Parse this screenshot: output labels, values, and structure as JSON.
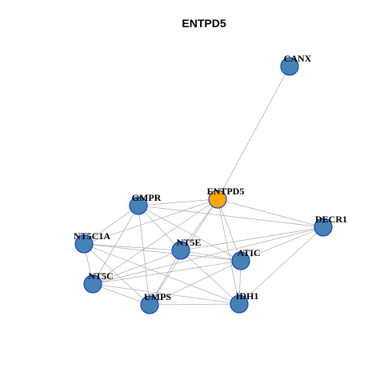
{
  "title": "ENTPD5",
  "colors": {
    "node_fill": "#4682b4",
    "node_stroke": "#1a3fcc",
    "highlight_fill": "#ffa500",
    "edge": "#b3b3b3"
  },
  "nodes": [
    {
      "id": "CANX",
      "label": "CANX",
      "highlight": false
    },
    {
      "id": "ENTPD5",
      "label": "ENTPD5",
      "highlight": true
    },
    {
      "id": "GMPR",
      "label": "GMPR",
      "highlight": false
    },
    {
      "id": "DECR1",
      "label": "DECR1",
      "highlight": false
    },
    {
      "id": "NT5C1A",
      "label": "NT5C1A",
      "highlight": false
    },
    {
      "id": "NT5E",
      "label": "NT5E",
      "highlight": false
    },
    {
      "id": "ATIC",
      "label": "ATIC",
      "highlight": false
    },
    {
      "id": "NT5C",
      "label": "NT5C",
      "highlight": false
    },
    {
      "id": "UMPS",
      "label": "UMPS",
      "highlight": false
    },
    {
      "id": "IDH1",
      "label": "IDH1",
      "highlight": false
    }
  ],
  "edges": [
    [
      "CANX",
      "ENTPD5"
    ],
    [
      "ENTPD5",
      "GMPR"
    ],
    [
      "ENTPD5",
      "DECR1"
    ],
    [
      "ENTPD5",
      "NT5C1A"
    ],
    [
      "ENTPD5",
      "NT5E"
    ],
    [
      "ENTPD5",
      "ATIC"
    ],
    [
      "ENTPD5",
      "NT5C"
    ],
    [
      "ENTPD5",
      "UMPS"
    ],
    [
      "ENTPD5",
      "IDH1"
    ],
    [
      "GMPR",
      "DECR1"
    ],
    [
      "GMPR",
      "NT5C1A"
    ],
    [
      "GMPR",
      "NT5E"
    ],
    [
      "GMPR",
      "NT5C"
    ],
    [
      "GMPR",
      "UMPS"
    ],
    [
      "GMPR",
      "ATIC"
    ],
    [
      "NT5C1A",
      "NT5E"
    ],
    [
      "NT5C1A",
      "ATIC"
    ],
    [
      "NT5C1A",
      "NT5C"
    ],
    [
      "NT5C1A",
      "UMPS"
    ],
    [
      "NT5C1A",
      "IDH1"
    ],
    [
      "NT5E",
      "DECR1"
    ],
    [
      "NT5E",
      "ATIC"
    ],
    [
      "NT5E",
      "NT5C"
    ],
    [
      "NT5E",
      "UMPS"
    ],
    [
      "NT5E",
      "IDH1"
    ],
    [
      "DECR1",
      "ATIC"
    ],
    [
      "DECR1",
      "IDH1"
    ],
    [
      "DECR1",
      "NT5C"
    ],
    [
      "ATIC",
      "UMPS"
    ],
    [
      "ATIC",
      "IDH1"
    ],
    [
      "ATIC",
      "NT5C"
    ],
    [
      "NT5C",
      "UMPS"
    ],
    [
      "NT5C",
      "IDH1"
    ],
    [
      "UMPS",
      "IDH1"
    ]
  ]
}
